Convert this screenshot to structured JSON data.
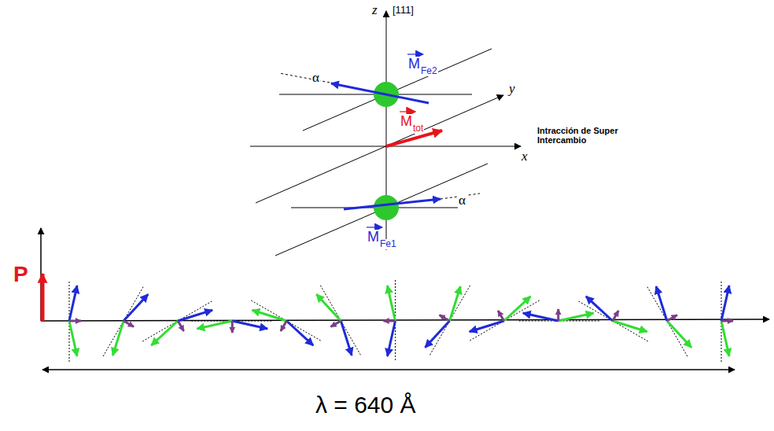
{
  "diagram": {
    "labels": [
      "z",
      "[111]",
      "y",
      "x",
      "M",
      "Fe2",
      "M",
      "tot",
      "M",
      "Fe1",
      "α",
      "α",
      "Intracción de Super Intercambio",
      "P",
      "λ = 640 Å"
    ]
  }
}
